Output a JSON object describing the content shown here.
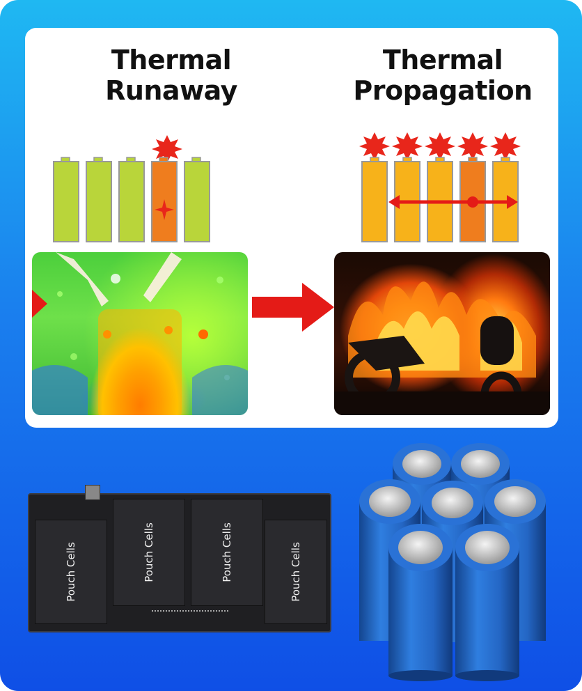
{
  "titles": {
    "left_line1": "Thermal",
    "left_line2": "Runaway",
    "right_line1": "Thermal",
    "right_line2": "Propagation"
  },
  "pouch_cells": {
    "labels": [
      "Pouch Cells",
      "Pouch Cells",
      "Pouch Cells",
      "Pouch Cells"
    ]
  },
  "colors": {
    "healthy_battery": "#b9d53a",
    "failed_battery": "#ef7d1e",
    "heated_battery": "#f7b21a",
    "burst_red": "#e8261b",
    "arrow_red": "#e41b17",
    "background_top": "#1fb8f2",
    "background_bottom": "#0f4fe6",
    "cylinder_blue": "#2466c4"
  },
  "icons": {
    "burst": "explosion-burst-icon",
    "arrow": "right-arrow-icon",
    "propagation": "double-arrow-icon"
  }
}
